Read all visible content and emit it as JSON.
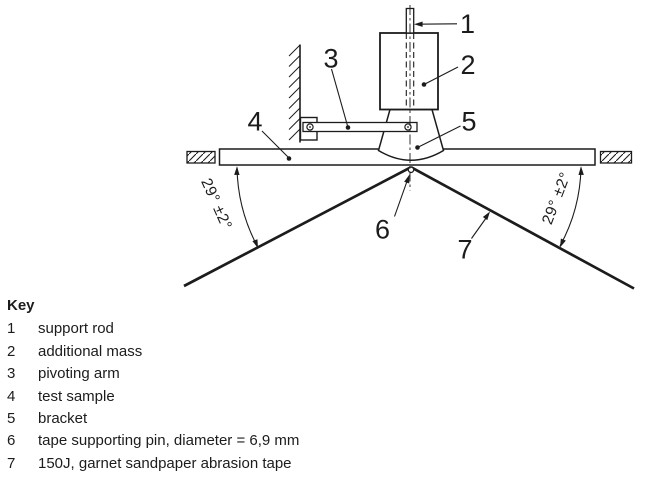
{
  "figure": {
    "callouts": [
      "1",
      "2",
      "3",
      "4",
      "5",
      "6",
      "7"
    ],
    "angle_left": "29° ±2°",
    "angle_right": "29° ±2°"
  },
  "key": {
    "title": "Key",
    "items": [
      {
        "num": "1",
        "text": "support rod"
      },
      {
        "num": "2",
        "text": "additional mass"
      },
      {
        "num": "3",
        "text": "pivoting arm"
      },
      {
        "num": "4",
        "text": "test sample"
      },
      {
        "num": "5",
        "text": "bracket"
      },
      {
        "num": "6",
        "text": "tape supporting pin, diameter = 6,9 mm"
      },
      {
        "num": "7",
        "text": "150J, garnet sandpaper abrasion tape"
      }
    ]
  },
  "colors": {
    "ink": "#1c1c1c",
    "background": "#ffffff"
  }
}
